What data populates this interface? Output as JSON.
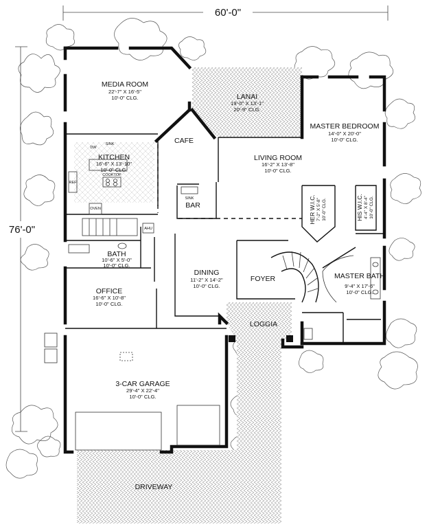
{
  "overall_dimensions": {
    "width": "60'-0\"",
    "depth": "76'-0\""
  },
  "rooms": [
    {
      "key": "media",
      "name": "MEDIA ROOM",
      "lines": [
        "22'-7\" X 16'-5\"",
        "10'-0\" CLG."
      ]
    },
    {
      "key": "lanai",
      "name": "LANAI",
      "lines": [
        "19'-0\" X 13'-1\"",
        "20'-9\" CLG."
      ]
    },
    {
      "key": "master_bedroom",
      "name": "MASTER BEDROOM",
      "lines": [
        "14'-0\" X 20'-0\"",
        "10'-0\" CLG."
      ]
    },
    {
      "key": "cafe",
      "name": "CAFE",
      "lines": []
    },
    {
      "key": "kitchen",
      "name": "KITCHEN",
      "lines": [
        "16'-6\" X 13'-10\"",
        "10'-0\" CLG."
      ]
    },
    {
      "key": "living",
      "name": "LIVING ROOM",
      "lines": [
        "16'-2\" X 13'-8\"",
        "10'-0\" CLG."
      ]
    },
    {
      "key": "bar",
      "name": "BAR",
      "lines": []
    },
    {
      "key": "bath",
      "name": "BATH",
      "lines": [
        "10'-6\" X 5'-0\"",
        "10'-0\" CLG."
      ]
    },
    {
      "key": "dining",
      "name": "DINING",
      "lines": [
        "11'-2\" X 14'-2\"",
        "10'-0\" CLG."
      ]
    },
    {
      "key": "foyer",
      "name": "FOYER",
      "lines": []
    },
    {
      "key": "office",
      "name": "OFFICE",
      "lines": [
        "16'-6\" X 10'-8\"",
        "10'-0\" CLG."
      ]
    },
    {
      "key": "loggia",
      "name": "LOGGIA",
      "lines": []
    },
    {
      "key": "master_bath",
      "name": "MASTER BATH",
      "lines": [
        "9'-4\" X 17'-6\"",
        "10'-0\" CLG."
      ]
    },
    {
      "key": "garage",
      "name": "3-CAR GARAGE",
      "lines": [
        "29'-4\" X 22'-4\"",
        "10'-0\" CLG."
      ]
    },
    {
      "key": "driveway",
      "name": "DRIVEWAY",
      "lines": []
    }
  ],
  "closets": [
    {
      "key": "her_wic",
      "name": "HER W.I.C.",
      "lines": [
        "7'-2\" X 5'-8\"",
        "10'-0\" CLG."
      ]
    },
    {
      "key": "his_wic",
      "name": "HIS W.I.C.",
      "lines": [
        "4'-4\" X 8'-4\"",
        "10'-0\" CLG."
      ]
    }
  ],
  "fixture_labels": {
    "dw": "DW",
    "sink": "SINK",
    "cooktop": "COOKTOP",
    "ref": "REF",
    "oven": "OVEN",
    "bar_sink": "SINK",
    "ahu": "AHU"
  }
}
